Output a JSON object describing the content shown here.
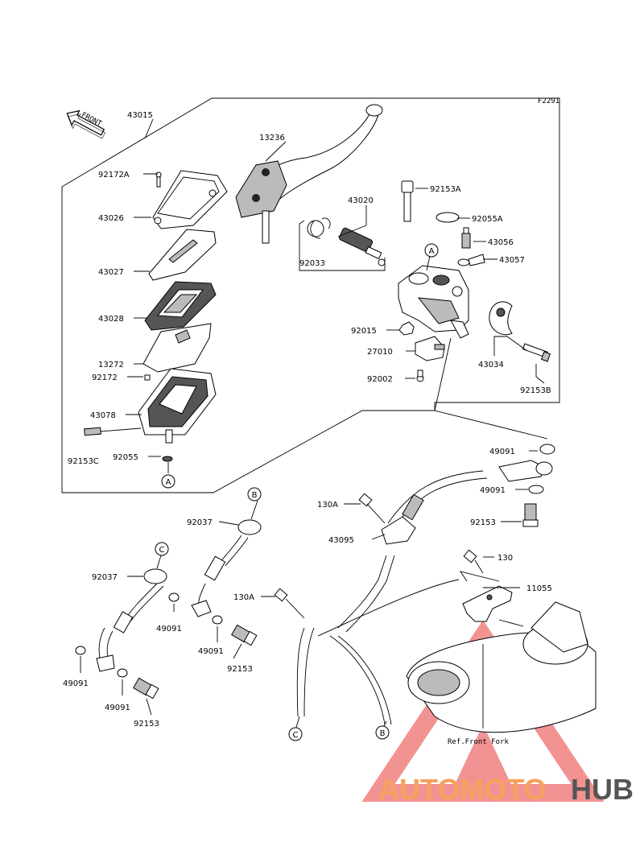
{
  "diagram_code": "F2291",
  "front_arrow": "FRONT",
  "ref_note": "Ref.Front Fork",
  "watermark": {
    "word1": "AUTOMOTO",
    "word2": "HUB",
    "color1": "#f5a25d",
    "color2": "#555555",
    "triangle": "#e83a3a"
  },
  "callouts": {
    "c_43015": "43015",
    "c_13236": "13236",
    "c_92172A": "92172A",
    "c_43026": "43026",
    "c_43027": "43027",
    "c_43028": "43028",
    "c_13272": "13272",
    "c_92172": "92172",
    "c_43078": "43078",
    "c_92153C": "92153C",
    "c_92055": "92055",
    "c_A1": "A",
    "c_43020": "43020",
    "c_92153A": "92153A",
    "c_92055A": "92055A",
    "c_43056": "43056",
    "c_43057": "43057",
    "c_92033": "92033",
    "c_A2": "A",
    "c_92015": "92015",
    "c_27010": "27010",
    "c_43034": "43034",
    "c_92002": "92002",
    "c_92153B": "92153B",
    "c_49091a": "49091",
    "c_49091b": "49091",
    "c_92153a": "92153",
    "c_B1": "B",
    "c_92037a": "92037",
    "c_C1": "C",
    "c_92037b": "92037",
    "c_130A1": "130A",
    "c_43095": "43095",
    "c_130": "130",
    "c_11055": "11055",
    "c_130A2": "130A",
    "c_49091c": "49091",
    "c_49091d": "49091",
    "c_92153b": "92153",
    "c_49091e": "49091",
    "c_49091f": "49091",
    "c_92153c": "92153",
    "c_C2": "C",
    "c_B2": "B"
  }
}
